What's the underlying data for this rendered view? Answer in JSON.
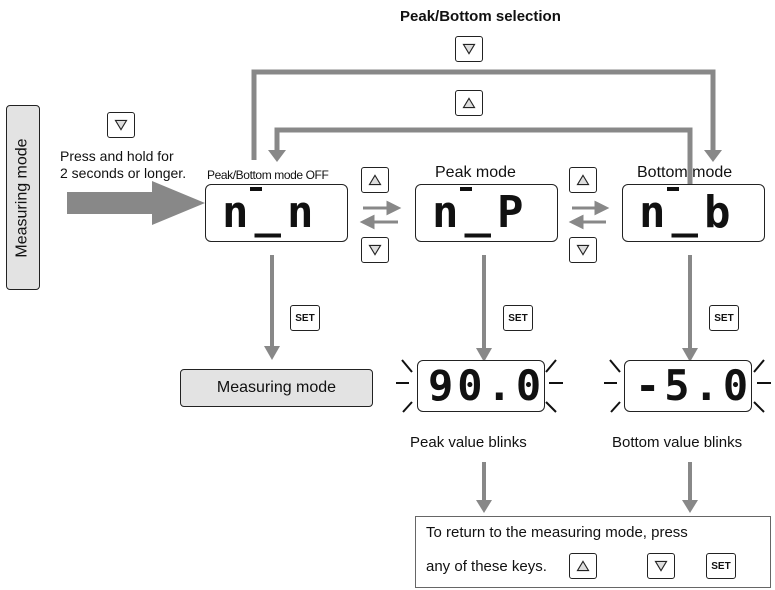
{
  "title": "Peak/Bottom selection",
  "side_label": "Measuring mode",
  "press_hold": [
    "Press and hold for",
    "2 seconds or longer."
  ],
  "modes": {
    "off": "Peak/Bottom mode OFF",
    "peak": "Peak mode",
    "bottom": "Bottom mode"
  },
  "displays": {
    "off": "n_n",
    "peak": "n_P",
    "bottom": "n_b",
    "peak_value": "90.0",
    "bottom_value": "-5.0"
  },
  "set_label": "SET",
  "result_box": "Measuring mode",
  "peak_blinks": "Peak value blinks",
  "bottom_blinks": "Bottom value blinks",
  "return_note": [
    "To return to the measuring mode, press",
    "any of these keys."
  ],
  "icons": {
    "up_key": "triangle-up-icon",
    "down_key": "triangle-down-icon"
  },
  "colors": {
    "arrow": "#888888",
    "box_fill": "#e3e3e3"
  }
}
